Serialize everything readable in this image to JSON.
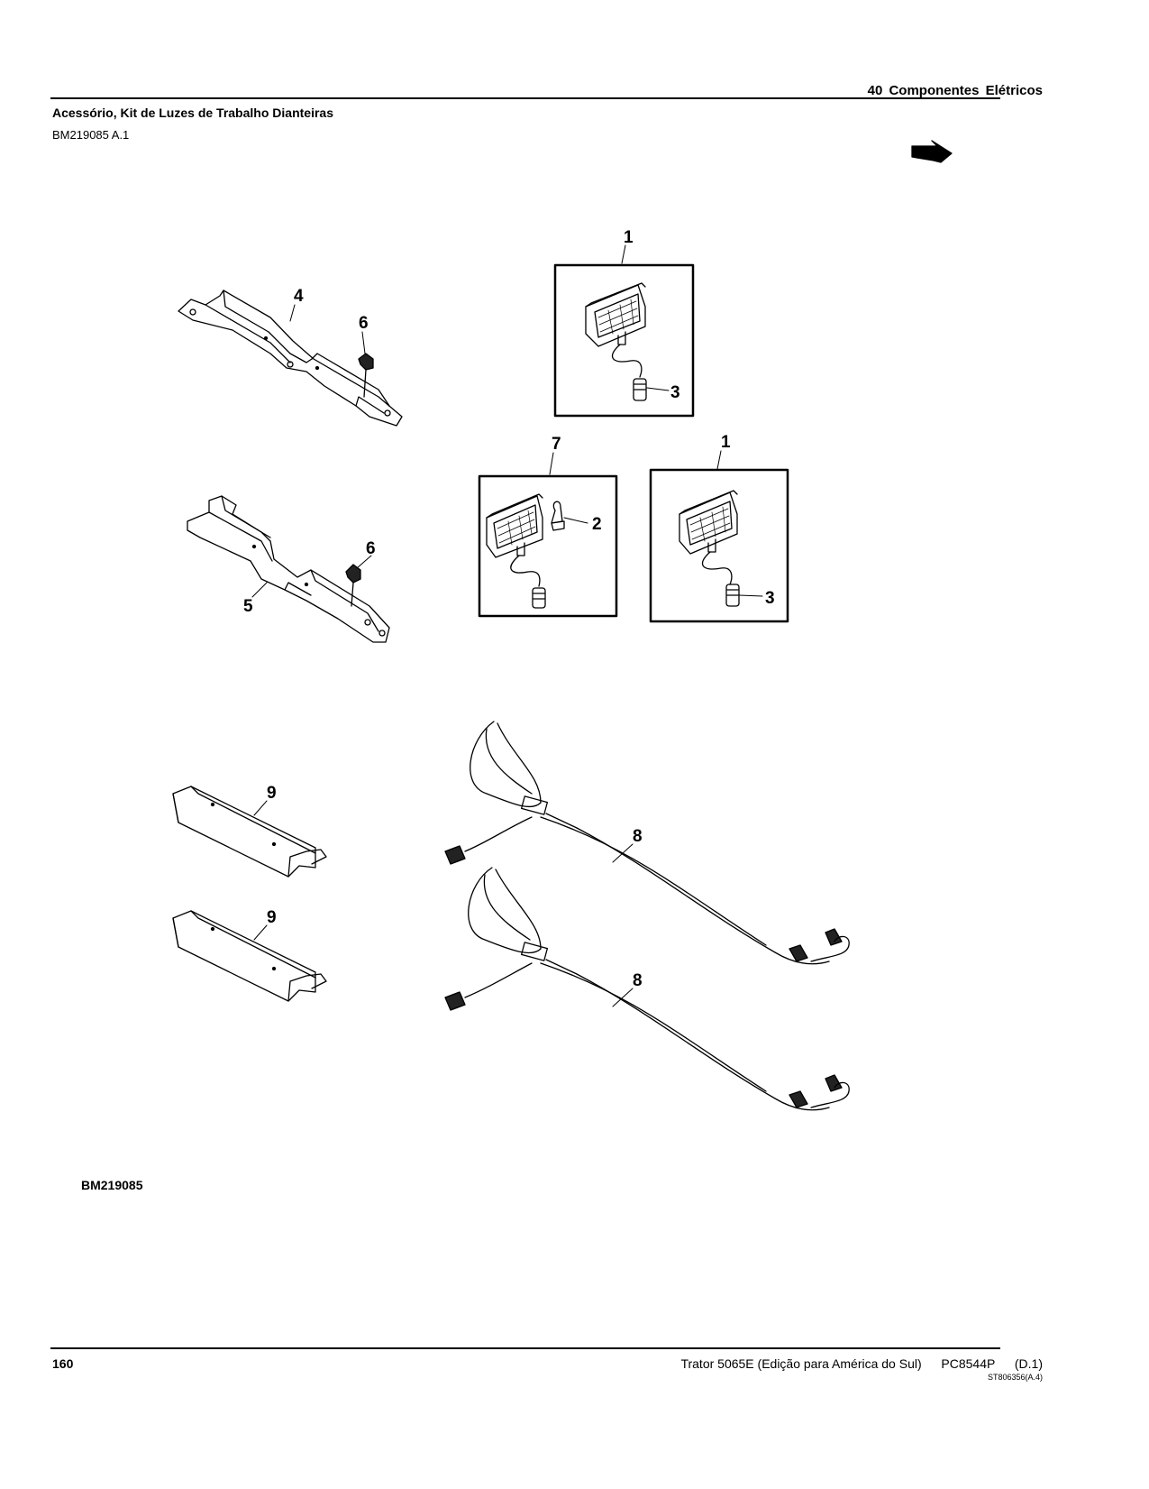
{
  "header": {
    "section": "40 Componentes Elétricos",
    "title": "Acessório, Kit de Luzes de Trabalho Dianteiras",
    "code": "BM219085 A.1"
  },
  "figure": {
    "id": "BM219085",
    "callouts": {
      "c1a": "1",
      "c1b": "1",
      "c2": "2",
      "c3a": "3",
      "c3b": "3",
      "c4": "4",
      "c5": "5",
      "c6a": "6",
      "c6b": "6",
      "c7": "7",
      "c8a": "8",
      "c8b": "8",
      "c9a": "9",
      "c9b": "9"
    }
  },
  "footer": {
    "page_number": "160",
    "document": "Trator 5065E (Edição para América do Sul)",
    "part_code": "PC8544P",
    "revision": "(D.1)",
    "sub_code": "ST806356(A.4)"
  }
}
